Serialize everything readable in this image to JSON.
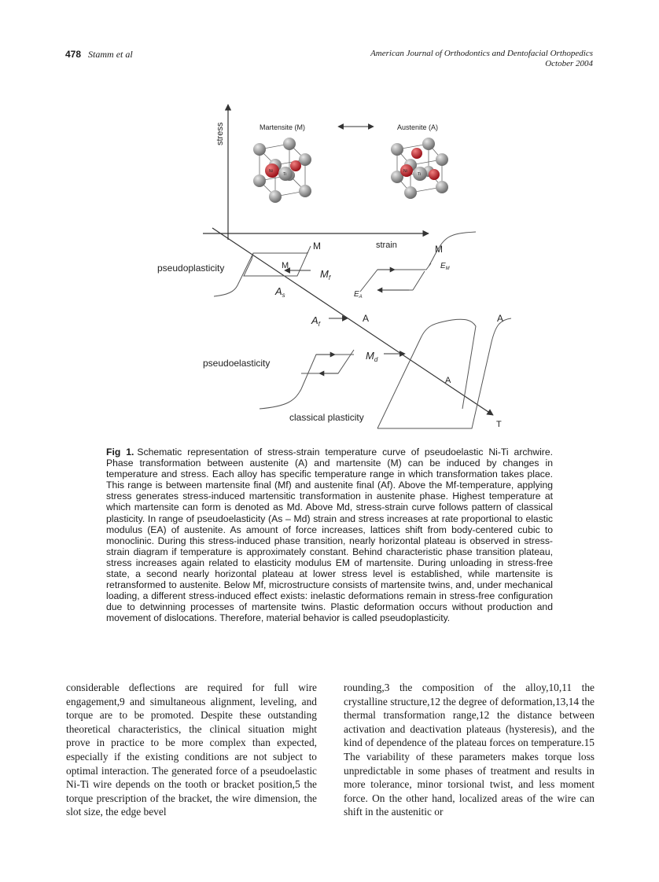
{
  "header": {
    "page_number": "478",
    "authors": "Stamm et al",
    "journal": "American Journal of Orthodontics and Dentofacial Orthopedics",
    "date": "October 2004"
  },
  "figure": {
    "axis_y": "stress",
    "axis_x": "strain",
    "axis_t": "T",
    "martensite_title": "Martensite (M)",
    "austenite_title": "Austenite (A)",
    "atom_ni": "Ni",
    "atom_ti": "Ti",
    "label_pseudoplasticity": "pseudoplasticity",
    "label_pseudoelasticity": "pseudoelasticity",
    "label_classical_plasticity": "classical plasticity",
    "label_M": "M",
    "label_A": "A",
    "label_Mf_main": "M",
    "label_Mf_sub": "f",
    "label_As_main": "A",
    "label_As_sub": "s",
    "label_Af_main": "A",
    "label_Af_sub": "f",
    "label_Md_main": "M",
    "label_Md_sub": "d",
    "label_EA_main": "E",
    "label_EA_sub": "A",
    "label_EM_main": "E",
    "label_EM_sub": "M"
  },
  "caption": {
    "label": "Fig 1.",
    "text": "Schematic representation of stress-strain temperature curve of pseudoelastic Ni-Ti archwire. Phase transformation between austenite (A) and martensite (M) can be induced by changes in temperature and stress. Each alloy has specific temperature range in which transformation takes place. This range is between martensite final (Mf) and austenite final (Af). Above the Mf-temperature, applying stress generates stress-induced martensitic transformation in austenite phase. Highest temperature at which martensite can form is denoted as Md. Above Md, stress-strain curve follows pattern of classical plasticity. In range of pseudoelasticity (As – Md) strain and stress increases at rate proportional to elastic modulus (EA) of austenite. As amount of force increases, lattices shift from body-centered cubic to monoclinic. During this stress-induced phase transition, nearly horizontal plateau is observed in stress-strain diagram if temperature is approximately constant. Behind characteristic phase transition plateau, stress increases again related to elasticity modulus EM of martensite. During unloading in stress-free state, a second nearly horizontal plateau at lower stress level is established, while martensite is retransformed to austenite. Below Mf, microstructure consists of martensite twins, and, under mechanical loading, a different stress-induced effect exists: inelastic deformations remain in stress-free configuration due to detwinning processes of martensite twins. Plastic deformation occurs without production and movement of dislocations. Therefore, material behavior is called pseudoplasticity."
  },
  "body": {
    "left_column": "considerable deflections are required for full wire engagement,9 and simultaneous alignment, leveling, and torque are to be promoted. Despite these outstanding theoretical characteristics, the clinical situation might prove in practice to be more complex than expected, especially if the existing conditions are not subject to optimal interaction. The generated force of a pseudoelastic Ni-Ti wire depends on the tooth or bracket position,5 the torque prescription of the bracket, the wire dimension, the slot size, the edge bevel",
    "right_column": "rounding,3 the composition of the alloy,10,11 the crystalline structure,12 the degree of deformation,13,14 the thermal transformation range,12 the distance between activation and deactivation plateaus (hysteresis), and the kind of dependence of the plateau forces on temperature.15 The variability of these parameters makes torque loss unpredictable in some phases of treatment and results in more tolerance, minor torsional twist, and less moment force. On the other hand, localized areas of the wire can shift in the austenitic or"
  },
  "colors": {
    "ni_atom": "#c0202a",
    "ti_atom": "#8a8a8a",
    "line": "#333333"
  }
}
